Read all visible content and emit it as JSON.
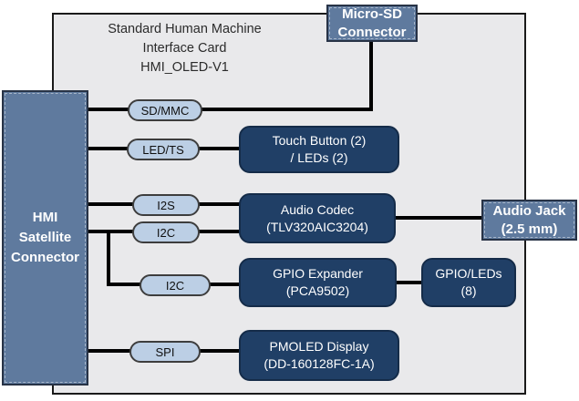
{
  "colors": {
    "card_fill": "#e9e9eb",
    "card_border": "#1a1a1a",
    "connector_blue": "#5f7a9e",
    "module_navy": "#203f66",
    "bus_pill_fill": "#bccfe5",
    "line": "#000000",
    "text_on_dark": "#ffffff"
  },
  "card": {
    "title_lines": [
      "Standard Human Machine",
      "Interface Card",
      "HMI_OLED-V1"
    ]
  },
  "connectors": {
    "micro_sd": {
      "lines": [
        "Micro-SD",
        "Connector"
      ]
    },
    "hmi_satellite": {
      "lines": [
        "HMI",
        "Satellite",
        "Connector"
      ]
    },
    "audio_jack": {
      "lines": [
        "Audio Jack",
        "(2.5 mm)"
      ]
    }
  },
  "buses": {
    "sd_mmc": "SD/MMC",
    "led_ts": "LED/TS",
    "i2s": "I2S",
    "i2c_codec": "I2C",
    "i2c_gpio": "I2C",
    "spi": "SPI"
  },
  "modules": {
    "touch_button": {
      "lines": [
        "Touch Button (2)",
        "/ LEDs (2)"
      ]
    },
    "audio_codec": {
      "lines": [
        "Audio Codec",
        "(TLV320AIC3204)"
      ]
    },
    "gpio_expander": {
      "lines": [
        "GPIO Expander",
        "(PCA9502)"
      ]
    },
    "gpio_leds": {
      "lines": [
        "GPIO/LEDs",
        "(8)"
      ]
    },
    "pmoled_display": {
      "lines": [
        "PMOLED Display",
        "(DD-160128FC-1A)"
      ]
    }
  }
}
